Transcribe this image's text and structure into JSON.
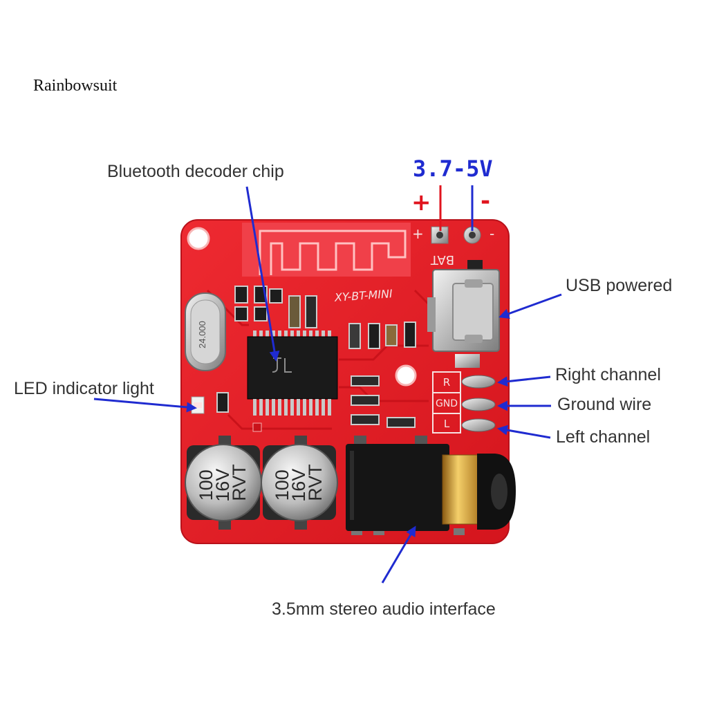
{
  "watermark": "Rainbowsuit",
  "voltage": {
    "label": "3.7-5V",
    "plus": "+",
    "minus": "-"
  },
  "callouts": {
    "chip": "Bluetooth decoder chip",
    "usb": "USB powered",
    "right": "Right channel",
    "ground": "Ground wire",
    "left": "Left channel",
    "led": "LED indicator light",
    "audio": "3.5mm stereo audio interface"
  },
  "board": {
    "model": "XY-BT-MINI",
    "bat": "BAT",
    "plus": "+",
    "minus": "-",
    "pad_r": "R",
    "pad_gnd": "GND",
    "pad_l": "L",
    "crystal": "24.000",
    "capacitor_left": [
      "100",
      "16V",
      "RVT"
    ],
    "capacitor_right": [
      "100",
      "16V",
      "RVT"
    ]
  },
  "colors": {
    "arrow_blue": "#1f2bd0",
    "positive_red": "#e0141e",
    "board_red": "#e62129"
  }
}
